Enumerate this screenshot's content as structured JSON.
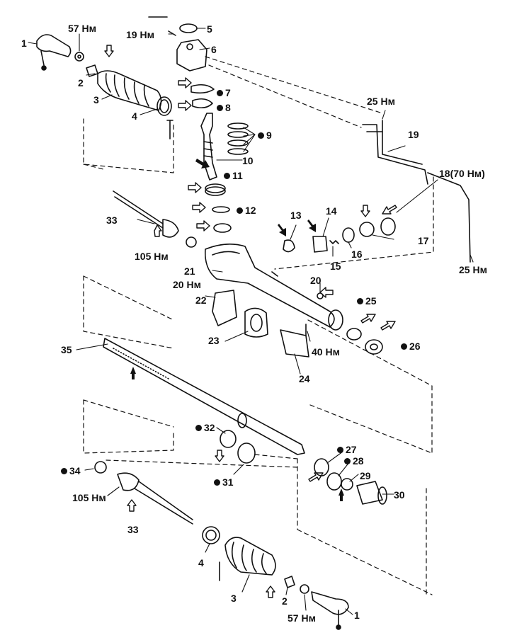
{
  "labels": [
    {
      "key": "p1_top",
      "text": "1",
      "dot": false
    },
    {
      "key": "t57_top",
      "text": "57 Нм",
      "dot": false
    },
    {
      "key": "p2_top",
      "text": "2",
      "dot": false
    },
    {
      "key": "p3_top",
      "text": "3",
      "dot": false
    },
    {
      "key": "p4_top",
      "text": "4",
      "dot": false
    },
    {
      "key": "t19",
      "text": "19 Нм",
      "dot": false
    },
    {
      "key": "p5",
      "text": "5",
      "dot": false
    },
    {
      "key": "p6",
      "text": "6",
      "dot": false
    },
    {
      "key": "p7",
      "text": "7",
      "dot": true
    },
    {
      "key": "p8",
      "text": "8",
      "dot": true
    },
    {
      "key": "p9",
      "text": "9",
      "dot": true
    },
    {
      "key": "p10",
      "text": "10",
      "dot": false
    },
    {
      "key": "p11",
      "text": "11",
      "dot": true
    },
    {
      "key": "p12",
      "text": "12",
      "dot": true
    },
    {
      "key": "p13",
      "text": "13",
      "dot": false
    },
    {
      "key": "p14",
      "text": "14",
      "dot": false
    },
    {
      "key": "p15",
      "text": "15",
      "dot": false
    },
    {
      "key": "p16",
      "text": "16",
      "dot": false
    },
    {
      "key": "p17",
      "text": "17",
      "dot": false
    },
    {
      "key": "p18",
      "text": "18(70 Нм)",
      "dot": false
    },
    {
      "key": "p19",
      "text": "19",
      "dot": false
    },
    {
      "key": "t25_top",
      "text": "25 Нм",
      "dot": false
    },
    {
      "key": "t25_right",
      "text": "25 Нм",
      "dot": false
    },
    {
      "key": "p20",
      "text": "20",
      "dot": false
    },
    {
      "key": "t20",
      "text": "20 Нм",
      "dot": false
    },
    {
      "key": "p21",
      "text": "21",
      "dot": false
    },
    {
      "key": "p22",
      "text": "22",
      "dot": false
    },
    {
      "key": "p23",
      "text": "23",
      "dot": false
    },
    {
      "key": "p24",
      "text": "24",
      "dot": false
    },
    {
      "key": "t40",
      "text": "40 Нм",
      "dot": false
    },
    {
      "key": "p25",
      "text": "25",
      "dot": true
    },
    {
      "key": "p26",
      "text": "26",
      "dot": true
    },
    {
      "key": "p27",
      "text": "27",
      "dot": true
    },
    {
      "key": "p28",
      "text": "28",
      "dot": true
    },
    {
      "key": "p29",
      "text": "29",
      "dot": false
    },
    {
      "key": "p30",
      "text": "30",
      "dot": false
    },
    {
      "key": "p31",
      "text": "31",
      "dot": true
    },
    {
      "key": "p32",
      "text": "32",
      "dot": true
    },
    {
      "key": "p33_top",
      "text": "33",
      "dot": false
    },
    {
      "key": "t105_top",
      "text": "105 Нм",
      "dot": false
    },
    {
      "key": "p33_bot",
      "text": "33",
      "dot": false
    },
    {
      "key": "p34",
      "text": "34",
      "dot": true
    },
    {
      "key": "t105_bot",
      "text": "105 Нм",
      "dot": false
    },
    {
      "key": "p35",
      "text": "35",
      "dot": false
    },
    {
      "key": "p4_bot",
      "text": "4",
      "dot": false
    },
    {
      "key": "p3_bot",
      "text": "3",
      "dot": false
    },
    {
      "key": "p2_bot",
      "text": "2",
      "dot": false
    },
    {
      "key": "t57_bot",
      "text": "57 Нм",
      "dot": false
    },
    {
      "key": "p1_bot",
      "text": "1",
      "dot": false
    }
  ]
}
